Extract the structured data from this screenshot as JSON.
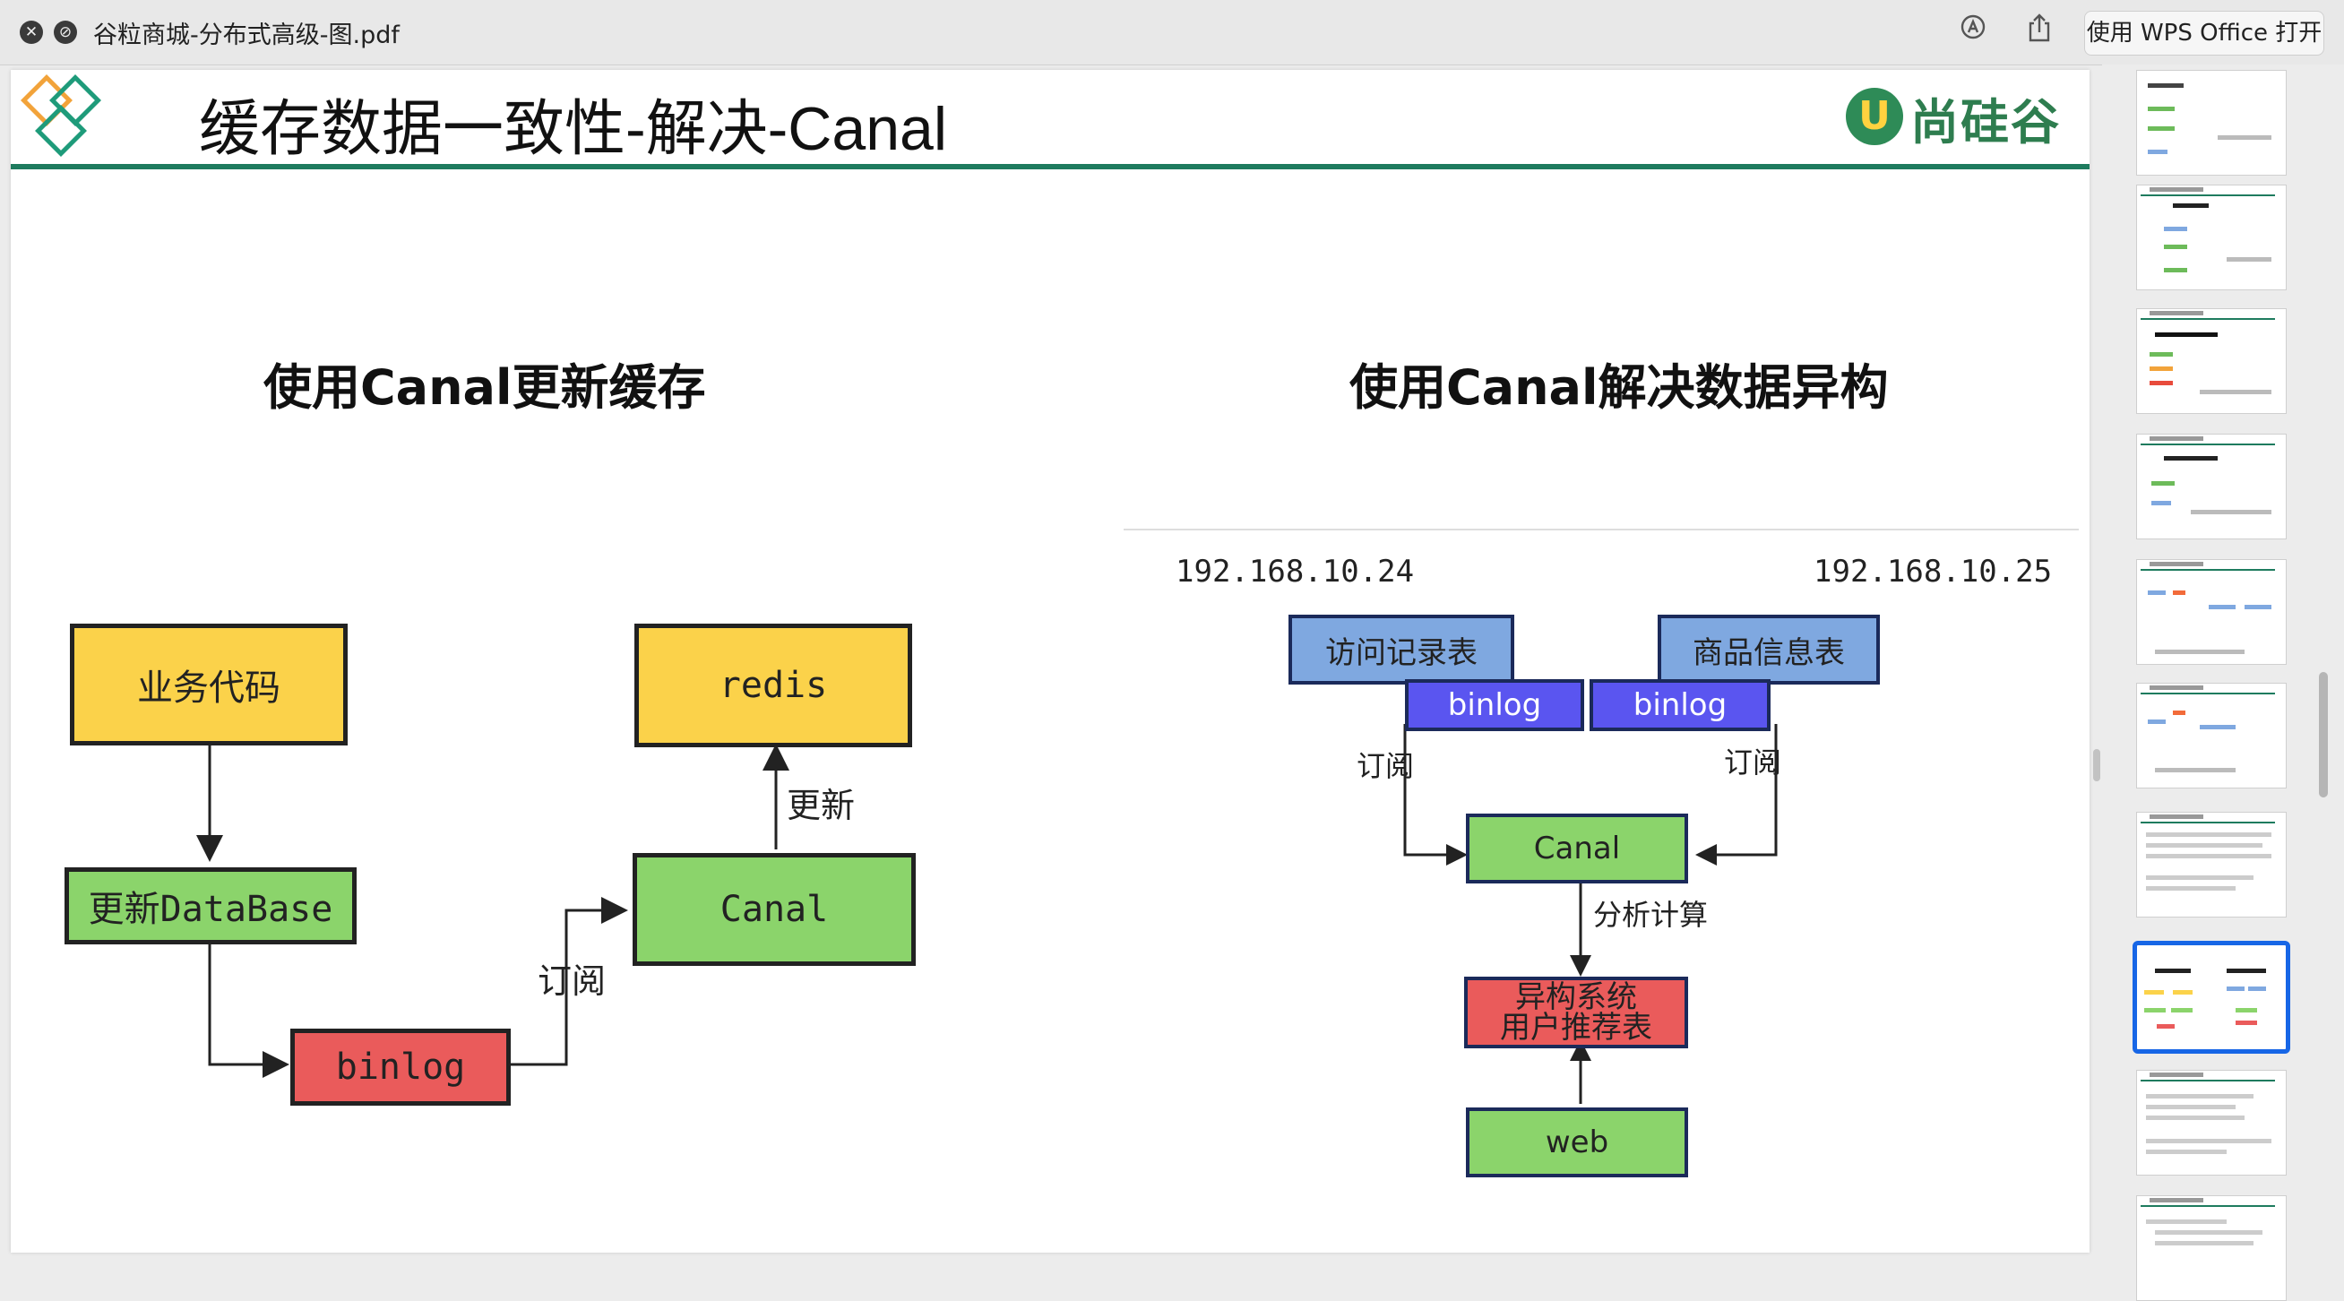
{
  "window": {
    "title": "谷粒商城-分布式高级-图.pdf",
    "close_glyph": "✕",
    "nav_glyph": "⊘",
    "open_with_label": "使用 WPS Office 打开",
    "icons": [
      "close-icon",
      "nav-icon",
      "annotate-icon",
      "share-icon"
    ]
  },
  "slide": {
    "title": "缓存数据一致性-解决-Canal",
    "brand_logo_letter": "U",
    "brand_text": "尚硅谷",
    "left": {
      "heading": "使用Canal更新缓存",
      "boxes": {
        "business_code": "业务代码",
        "update_db": "更新DataBase",
        "binlog": "binlog",
        "canal": "Canal",
        "redis": "redis"
      },
      "labels": {
        "subscribe": "订阅",
        "update": "更新"
      }
    },
    "right": {
      "heading": "使用Canal解决数据异构",
      "ip_left": "192.168.10.24",
      "ip_right": "192.168.10.25",
      "boxes": {
        "visit_table": "访问记录表",
        "product_table": "商品信息表",
        "binlog_left": "binlog",
        "binlog_right": "binlog",
        "canal": "Canal",
        "hetero_line1": "异构系统",
        "hetero_line2": "用户推荐表",
        "web": "web"
      },
      "labels": {
        "subscribe_left": "订阅",
        "subscribe_right": "订阅",
        "analyze": "分析计算"
      }
    }
  },
  "sidebar": {
    "thumbnail_count": 10,
    "selected_index": 7
  }
}
